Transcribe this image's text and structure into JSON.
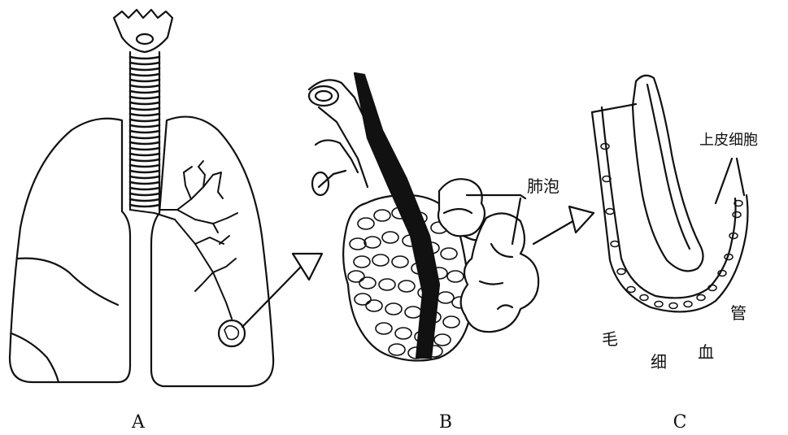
{
  "panels": {
    "a": {
      "label": "A"
    },
    "b": {
      "label": "B",
      "alveolus_label": "肺泡"
    },
    "c": {
      "label": "C",
      "epithelial_cell_label": "上皮细胞",
      "capillary_chars": [
        "毛",
        "细",
        "血",
        "管"
      ]
    }
  },
  "colors": {
    "ink": "#111111",
    "background": "#ffffff"
  }
}
